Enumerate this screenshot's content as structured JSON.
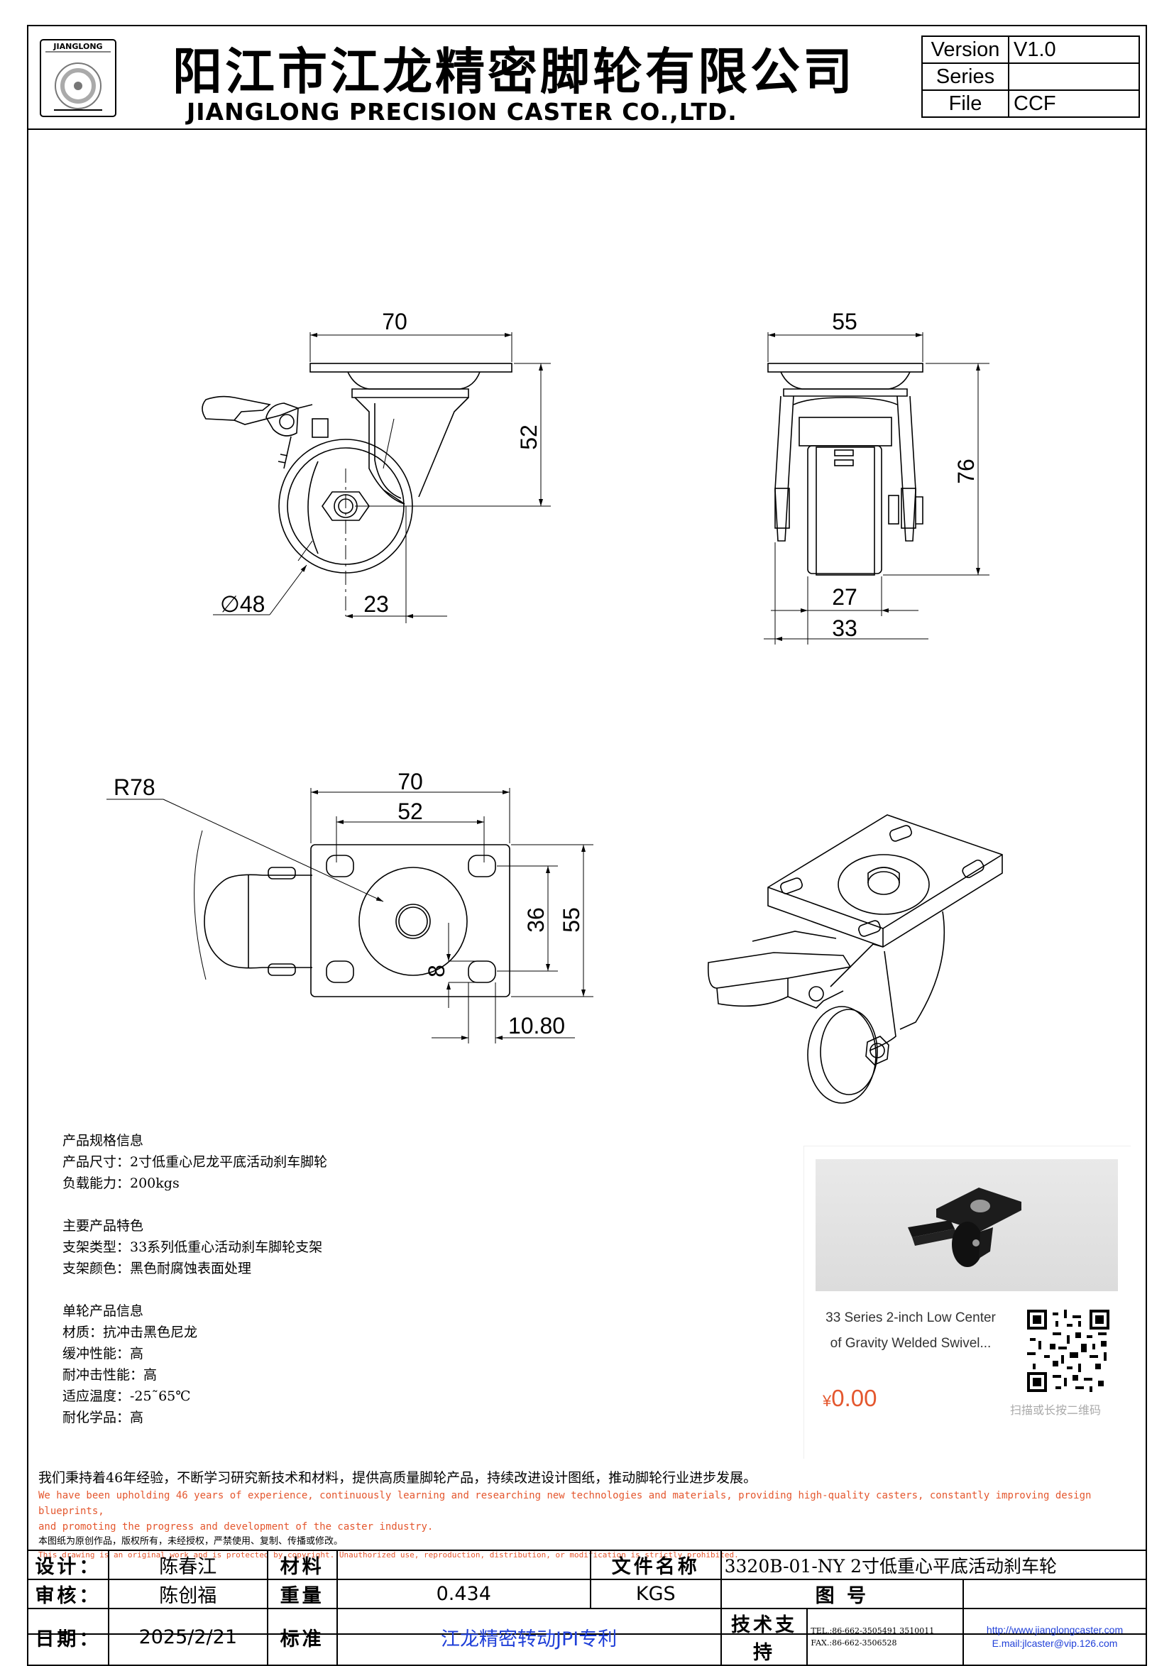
{
  "header": {
    "company_cn": "阳江市江龙精密脚轮有限公司",
    "company_en": "JIANGLONG PRECISION CASTER CO.,LTD.",
    "logo_text": "JIANGLONG"
  },
  "version_table": {
    "rows": [
      {
        "key": "Version",
        "value": "V1.0"
      },
      {
        "key": "Series",
        "value": ""
      },
      {
        "key": "File",
        "value": "CCF"
      }
    ]
  },
  "dimensions": {
    "side_view": {
      "top_width": "70",
      "height": "52",
      "wheel_diameter": "∅48",
      "offset": "23"
    },
    "front_view": {
      "top_width": "55",
      "height": "76",
      "wheel_width": "27",
      "fork_width": "33"
    },
    "top_view": {
      "radius": "R78",
      "plate_width": "70",
      "hole_spacing_x": "52",
      "hole_spacing_y": "36",
      "plate_length": "55",
      "slot": "8",
      "offset": "10.80"
    }
  },
  "specs": {
    "groups": [
      {
        "lines": [
          "产品规格信息",
          "产品尺寸：2寸低重心尼龙平底活动刹车脚轮",
          "负载能力：200kgs"
        ]
      },
      {
        "lines": [
          "主要产品特色",
          "支架类型：33系列低重心活动刹车脚轮支架",
          "支架颜色：黑色耐腐蚀表面处理"
        ]
      },
      {
        "lines": [
          "单轮产品信息",
          "材质：抗冲击黑色尼龙",
          "缓冲性能：高",
          "耐冲击性能：高",
          "适应温度：-25˜65℃",
          "耐化学品：高"
        ]
      }
    ]
  },
  "product_card": {
    "title_line1": "33 Series 2-inch Low Center",
    "title_line2": "of Gravity Welded Swivel...",
    "currency": "¥",
    "price": "0.00",
    "qr_caption": "扫描或长按二维码"
  },
  "footer_text": {
    "cn": "我们秉持着46年经验，不断学习研究新技术和材料，提供高质量脚轮产品，持续改进设计图纸，推动脚轮行业进步发展。",
    "en_line1": "We have been upholding 46 years of experience, continuously learning and researching new technologies and materials, providing high-quality casters, constantly improving design blueprints,",
    "en_line2": "and promoting the progress and development of the caster industry.",
    "copyright_cn": "本图纸为原创作品，版权所有，未经授权，严禁使用、复制、传播或修改。",
    "copyright_en": "This drawing is an original work and is protected by copyright. Unauthorized use, reproduction, distribution, or modification is strictly prohibited."
  },
  "title_block": {
    "design_label": "设计：",
    "designer": "陈春江",
    "material_label": "材料",
    "material": "",
    "file_name_label": "文件名称",
    "file_name": "3320B-01-NY 2寸低重心平底活动刹车轮",
    "review_label": "审核：",
    "reviewer": "陈创福",
    "weight_label": "重量",
    "weight": "0.434",
    "weight_unit": "KGS",
    "drawing_label": "图  号",
    "drawing_no": "",
    "date_label": "日期：",
    "date": "2025/2/21",
    "standard_label": "标准",
    "standard": "江龙精密转动JPI专利",
    "support_label": "技术支持",
    "tel": "TEL.:86-662-3505491 3510011",
    "fax": "FAX.:86-662-3506528",
    "website": "http://www.jianglongcaster.com",
    "email": "E.mail:jlcaster@vip.126.com"
  }
}
